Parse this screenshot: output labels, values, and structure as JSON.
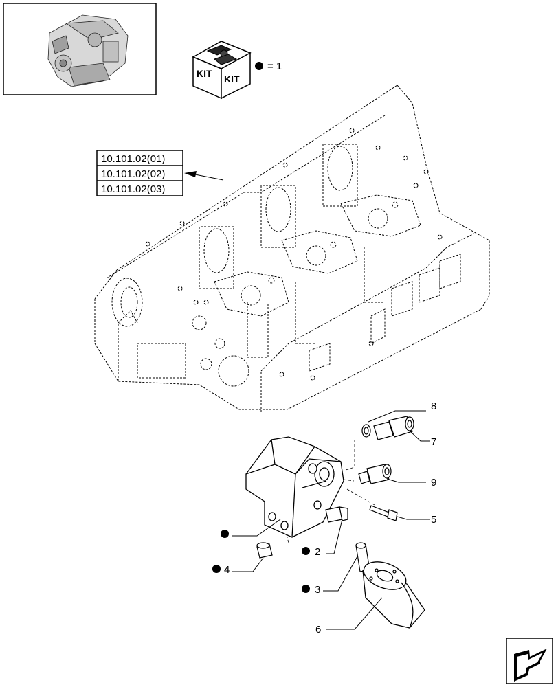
{
  "kit_legend": {
    "kit_text_left": "KIT",
    "kit_text_right": "KIT",
    "equals_text": "= 1"
  },
  "references": [
    "10.101.02(01)",
    "10.101.02(02)",
    "10.101.02(03)"
  ],
  "callouts": [
    {
      "id": "8",
      "label": "8",
      "kit": false
    },
    {
      "id": "7",
      "label": "7",
      "kit": false
    },
    {
      "id": "9",
      "label": "9",
      "kit": false
    },
    {
      "id": "5",
      "label": "5",
      "kit": false
    },
    {
      "id": "1",
      "label": "",
      "kit": true
    },
    {
      "id": "2",
      "label": "2",
      "kit": true
    },
    {
      "id": "4",
      "label": "4",
      "kit": true
    },
    {
      "id": "3",
      "label": "3",
      "kit": true
    },
    {
      "id": "6",
      "label": "6",
      "kit": false
    }
  ],
  "icons": {
    "thumbnail": "engine-thumbnail-icon",
    "kit": "kit-box-icon",
    "navigation": "next-page-arrow-icon"
  }
}
